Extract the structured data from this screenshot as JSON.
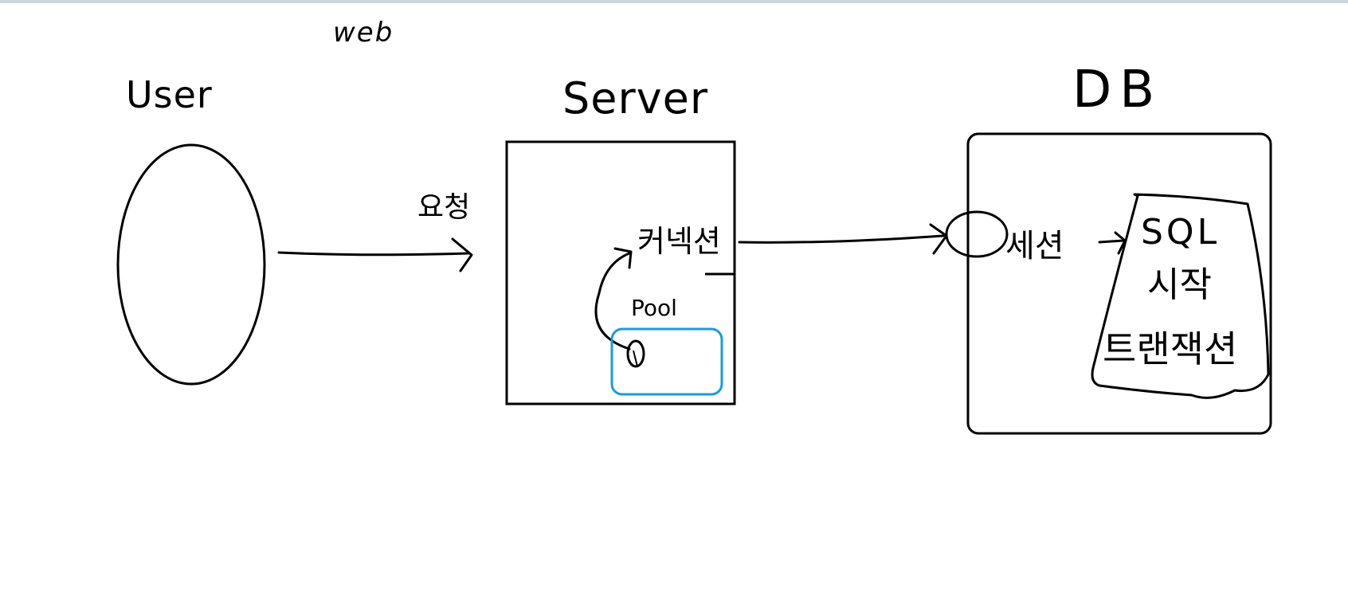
{
  "labels": {
    "web": "web",
    "user": "User",
    "server": "Server",
    "db": "DB",
    "request": "요청",
    "connection": "커넥션",
    "pool": "Pool",
    "session": "세션",
    "sql": "SQL",
    "start": "시작",
    "transaction": "트랜잭션"
  },
  "colors": {
    "ink": "#000000",
    "pool_box": "#1e9ad6",
    "top_bar": "#cfd6e0"
  }
}
